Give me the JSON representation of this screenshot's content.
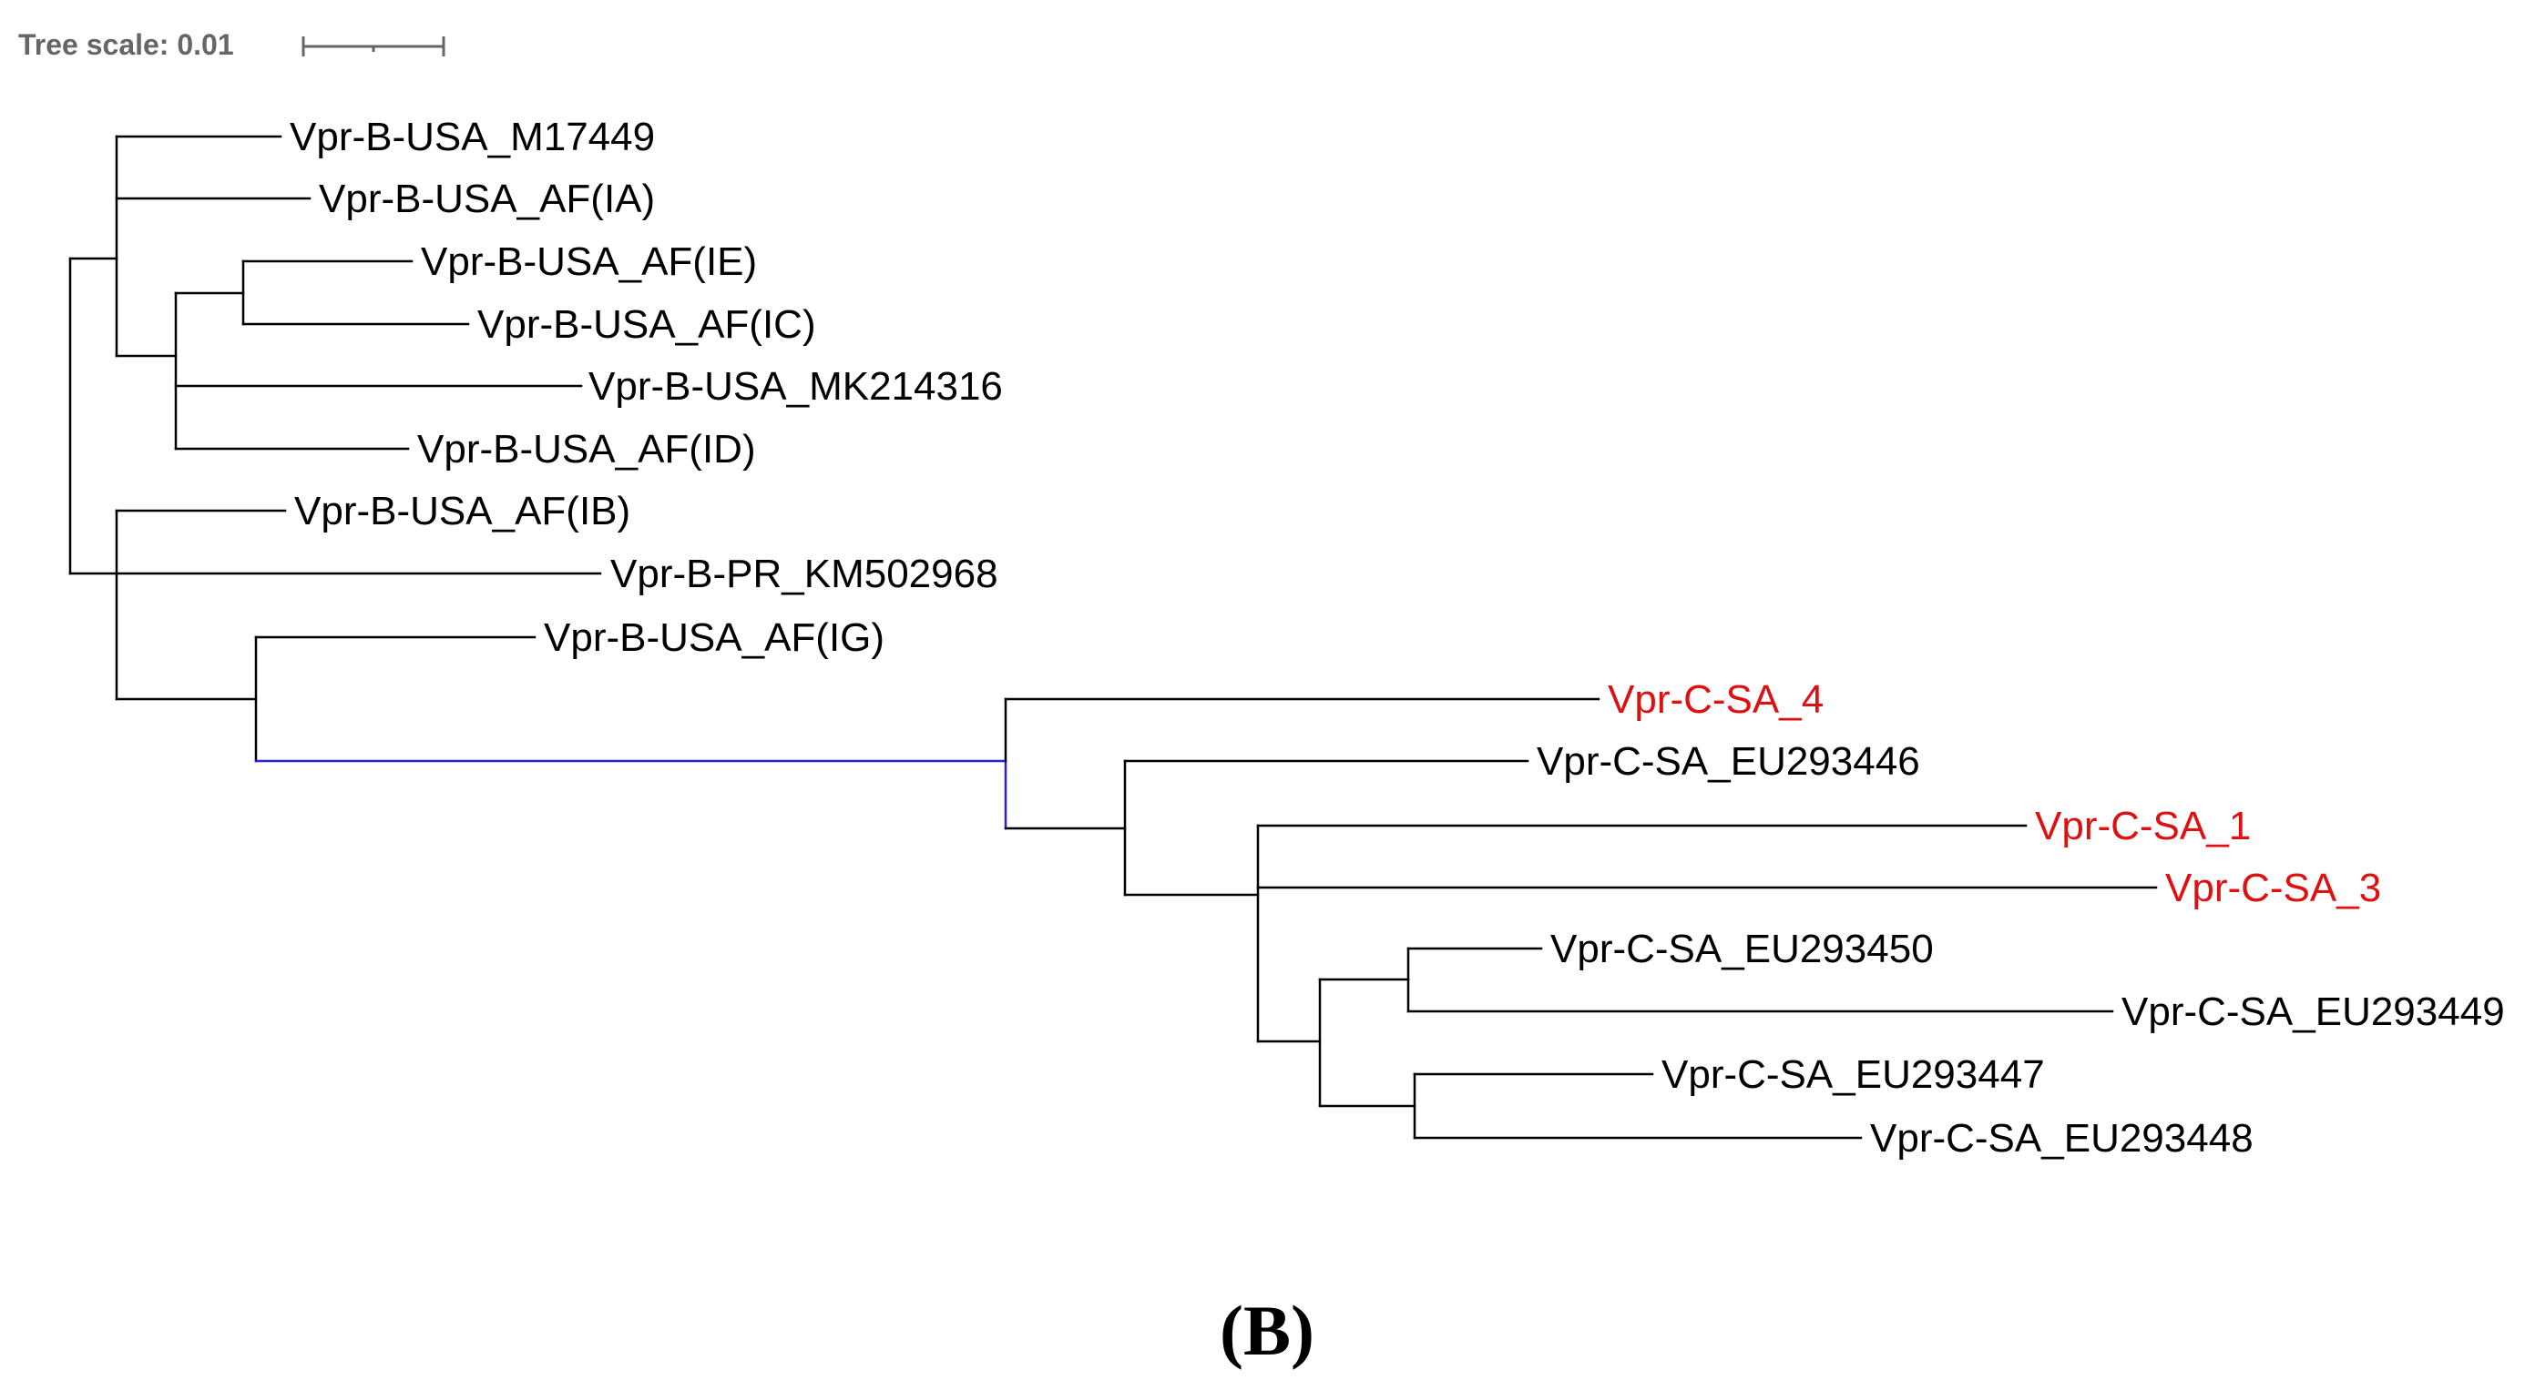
{
  "scale": {
    "label": "Tree scale: 0.01"
  },
  "panel_label": "(B)",
  "colors": {
    "branch": "#000000",
    "highlight_branch": "#2222dd",
    "label_default": "#000000",
    "label_highlight": "#dd1111",
    "scale": "#666666"
  },
  "tree": {
    "leaves": [
      {
        "id": "l1",
        "label": "Vpr-B-USA_M17449",
        "highlight": false
      },
      {
        "id": "l2",
        "label": "Vpr-B-USA_AF(IA)",
        "highlight": false
      },
      {
        "id": "l3",
        "label": "Vpr-B-USA_AF(IE)",
        "highlight": false
      },
      {
        "id": "l4",
        "label": "Vpr-B-USA_AF(IC)",
        "highlight": false
      },
      {
        "id": "l5",
        "label": "Vpr-B-USA_MK214316",
        "highlight": false
      },
      {
        "id": "l6",
        "label": "Vpr-B-USA_AF(ID)",
        "highlight": false
      },
      {
        "id": "l7",
        "label": "Vpr-B-USA_AF(IB)",
        "highlight": false
      },
      {
        "id": "l8",
        "label": "Vpr-B-PR_KM502968",
        "highlight": false
      },
      {
        "id": "l9",
        "label": "Vpr-B-USA_AF(IG)",
        "highlight": false
      },
      {
        "id": "l10",
        "label": "Vpr-C-SA_4",
        "highlight": true
      },
      {
        "id": "l11",
        "label": "Vpr-C-SA_EU293446",
        "highlight": false
      },
      {
        "id": "l12",
        "label": "Vpr-C-SA_1",
        "highlight": true
      },
      {
        "id": "l13",
        "label": "Vpr-C-SA_3",
        "highlight": true
      },
      {
        "id": "l14",
        "label": "Vpr-C-SA_EU293450",
        "highlight": false
      },
      {
        "id": "l15",
        "label": "Vpr-C-SA_EU293449",
        "highlight": false
      },
      {
        "id": "l16",
        "label": "Vpr-C-SA_EU293447",
        "highlight": false
      },
      {
        "id": "l17",
        "label": "Vpr-C-SA_EU293448",
        "highlight": false
      }
    ]
  }
}
